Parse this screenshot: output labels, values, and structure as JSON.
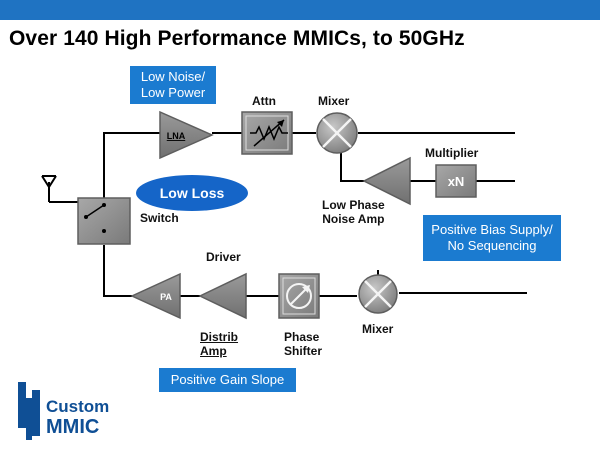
{
  "title": "Over 140 High Performance MMICs, to 50GHz",
  "callouts": {
    "low_noise": "Low Noise/\nLow Power",
    "low_loss": "Low Loss",
    "bias": "Positive Bias Supply/\nNo Sequencing",
    "gain_slope": "Positive Gain Slope"
  },
  "labels": {
    "attn": "Attn",
    "mixer_top": "Mixer",
    "multiplier": "Multiplier",
    "low_phase_noise_amp": "Low Phase\nNoise Amp",
    "switch": "Switch",
    "driver": "Driver",
    "distrib_amp": "Distrib\nAmp",
    "phase_shifter": "Phase\nShifter",
    "mixer_bottom": "Mixer"
  },
  "block_text": {
    "lna": "LNA",
    "pa": "PA",
    "multiplier_symbol": "xN"
  },
  "logo": {
    "line1": "Custom",
    "line2": "MMIC"
  },
  "colors": {
    "accent_blue": "#1b7bd0",
    "block_gray": "#8c8c8c",
    "logo_blue": "#0f4f95"
  }
}
